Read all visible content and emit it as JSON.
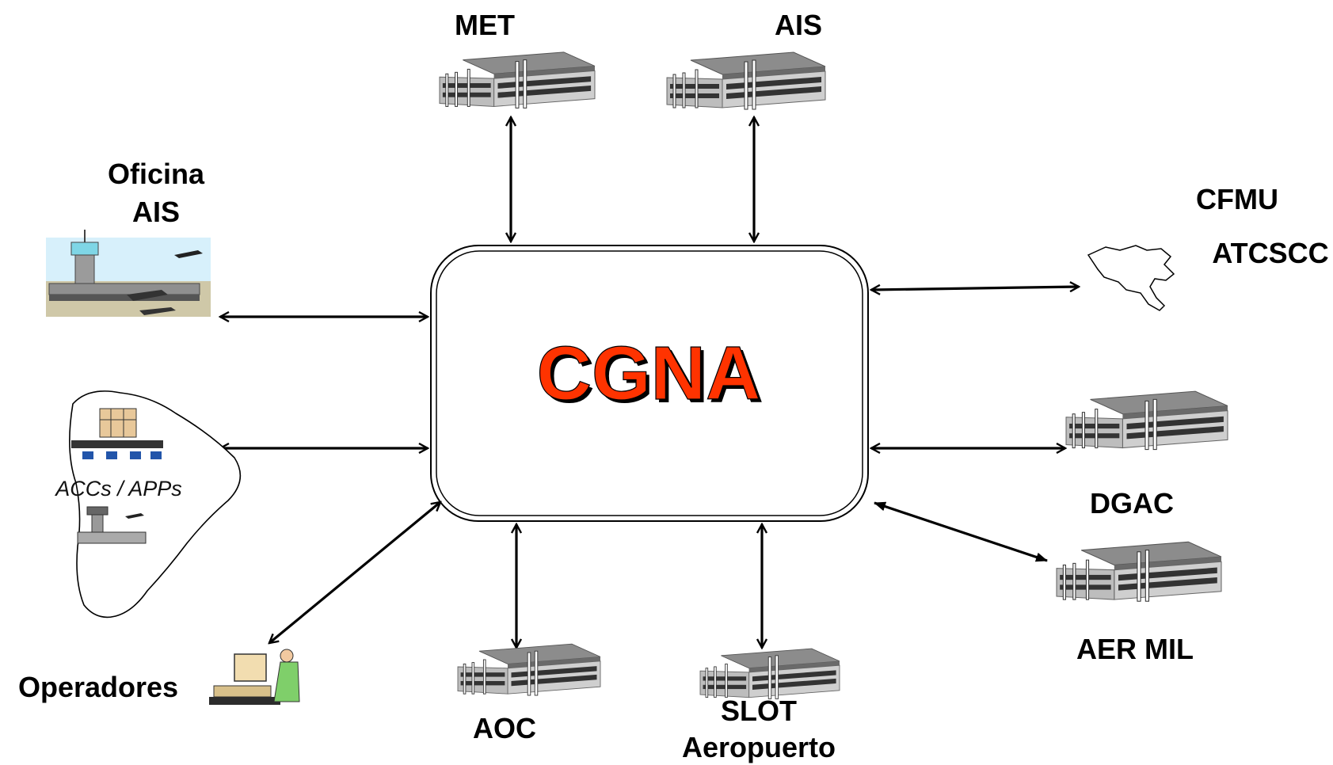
{
  "center": {
    "title": "CGNA",
    "text_color": "#ff3300",
    "shadow_color": "#000000"
  },
  "nodes": {
    "met": {
      "label": "MET",
      "icon": "building-icon"
    },
    "ais": {
      "label": "AIS",
      "icon": "building-icon"
    },
    "oficina_ais": {
      "lines": [
        "Oficina",
        "AIS"
      ],
      "icon": "airport-icon"
    },
    "cfmu": {
      "lines": [
        "CFMU",
        "ATCSCC"
      ],
      "icon": "map-outline-icon"
    },
    "accs": {
      "label": "ACCs / APPs",
      "icon": "south-america-map-icon"
    },
    "dgac": {
      "label": "DGAC",
      "icon": "building-icon"
    },
    "aer_mil": {
      "label": "AER MIL",
      "icon": "building-icon"
    },
    "operadores": {
      "label": "Operadores",
      "icon": "computer-operator-icon"
    },
    "aoc": {
      "label": "AOC",
      "icon": "building-icon"
    },
    "slot": {
      "lines": [
        "SLOT",
        "Aeropuerto"
      ],
      "icon": "building-icon"
    }
  },
  "colors": {
    "line": "#000000",
    "building_roof": "#8a8a8a",
    "building_wall": "#b8b8b8",
    "building_dark": "#333333"
  }
}
